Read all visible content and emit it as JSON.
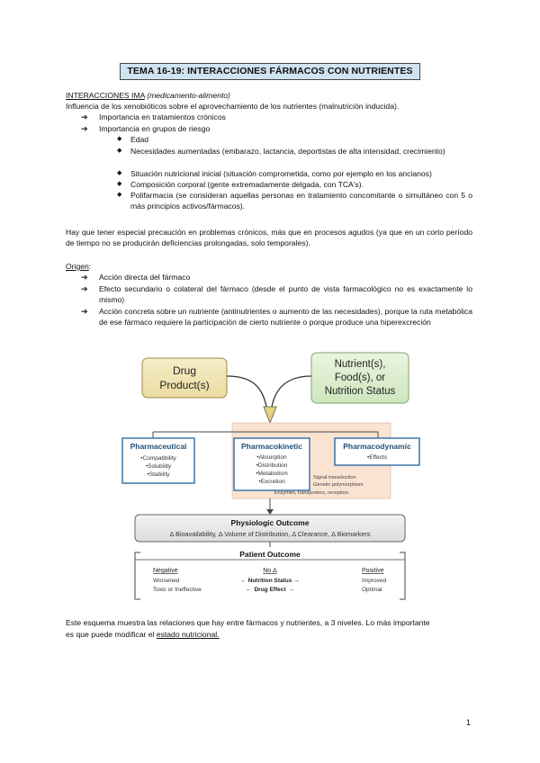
{
  "title": "TEMA 16-19: INTERACCIONES FÁRMACOS CON NUTRIENTES",
  "section1": {
    "heading": "INTERACCIONES IMA",
    "heading_sub": "(medicamento-alimento)",
    "intro": "Influencia de los xenobióticos sobre el aprovechamiento de los nutrientes (malnutrición inducida).",
    "bullets": [
      "Importancia en tratamientos crónicos",
      "Importancia en grupos de riesgo"
    ],
    "sub_bullets": [
      "Edad",
      "Necesidades aumentadas (embarazo, lactancia, deportistas de alta intensidad, crecimiento)",
      "Situación nutricional inicial (situación comprometida, como por ejemplo en los ancianos)",
      "Composición corporal (gente extremadamente delgada, con TCA's).",
      "Polifarmacia (se consideran aquellas personas en tratamiento concomitante o simultáneo con 5 o más principios activos/fármacos)."
    ],
    "paragraph": "Hay que tener especial precaución en problemas crónicos, más que en procesos agudos (ya que en un corto período de tiempo no se producirán deficiencias prolongadas, solo temporales)."
  },
  "origen": {
    "heading": "Origen",
    "items": [
      "Acción directa del fármaco",
      "Efecto secundario o colateral del fármaco (desde el punto de vista farmacológico no es exactamente lo mismo)",
      "Acción concreta sobre un nutriente (antinutrientes o aumento de las necesidades), porque la ruta metabólica de ese fármaco requiere la participación de cierto nutriente o porque produce una hiperexcreción"
    ]
  },
  "diagram": {
    "drug_l1": "Drug",
    "drug_l2": "Product(s)",
    "nutrient_l1": "Nutrient(s),",
    "nutrient_l2": "Food(s), or",
    "nutrient_l3": "Nutrition Status",
    "pharmaceutical": {
      "title": "Pharmaceutical",
      "items": [
        "•Compatibility",
        "•Solubility",
        "•Stability"
      ]
    },
    "pharmacokinetic": {
      "title": "Pharmacokinetic",
      "items": [
        "•Absorption",
        "•Distribution",
        "•Metabolism",
        "•Excretion"
      ]
    },
    "pharmacodynamic": {
      "title": "Pharmacodynamic",
      "items": [
        "•Effects"
      ]
    },
    "extra": [
      "Signal transduction",
      "Genetic polymorphism",
      "Enzymes, transporters, receptors"
    ],
    "physiologic_title": "Physiologic Outcome",
    "physiologic_text": "Δ Bioavailability, Δ Volume of Distribution, Δ Clearance, Δ Biomarkers",
    "patient_title": "Patient Outcome",
    "negative": {
      "title": "Negative",
      "l1": "Worsened",
      "l2": "Toxic or Ineffective"
    },
    "neutral": {
      "title": "No Δ",
      "l1": "Nutrition Status",
      "l2": "Drug Effect"
    },
    "positive": {
      "title": "Positive",
      "l1": "Improved",
      "l2": "Optimal"
    },
    "arrow_left": "←",
    "arrow_right": "→"
  },
  "conclusion": {
    "text1": "Este esquema muestra las relaciones que hay entre fármacos y nutrientes, a 3 niveles. Lo más importante",
    "text2": "es que puede modificar el",
    "underlined": "estado nutricional."
  },
  "page_number": "1",
  "colors": {
    "title_bg": "#cfe3f1",
    "drug_box": "#f2e6b8",
    "nutrient_box": "#dff0d2",
    "blue_box": "#2e6da4",
    "peach": "#fbe3d2",
    "outcome_bg": "#eeeeee"
  }
}
